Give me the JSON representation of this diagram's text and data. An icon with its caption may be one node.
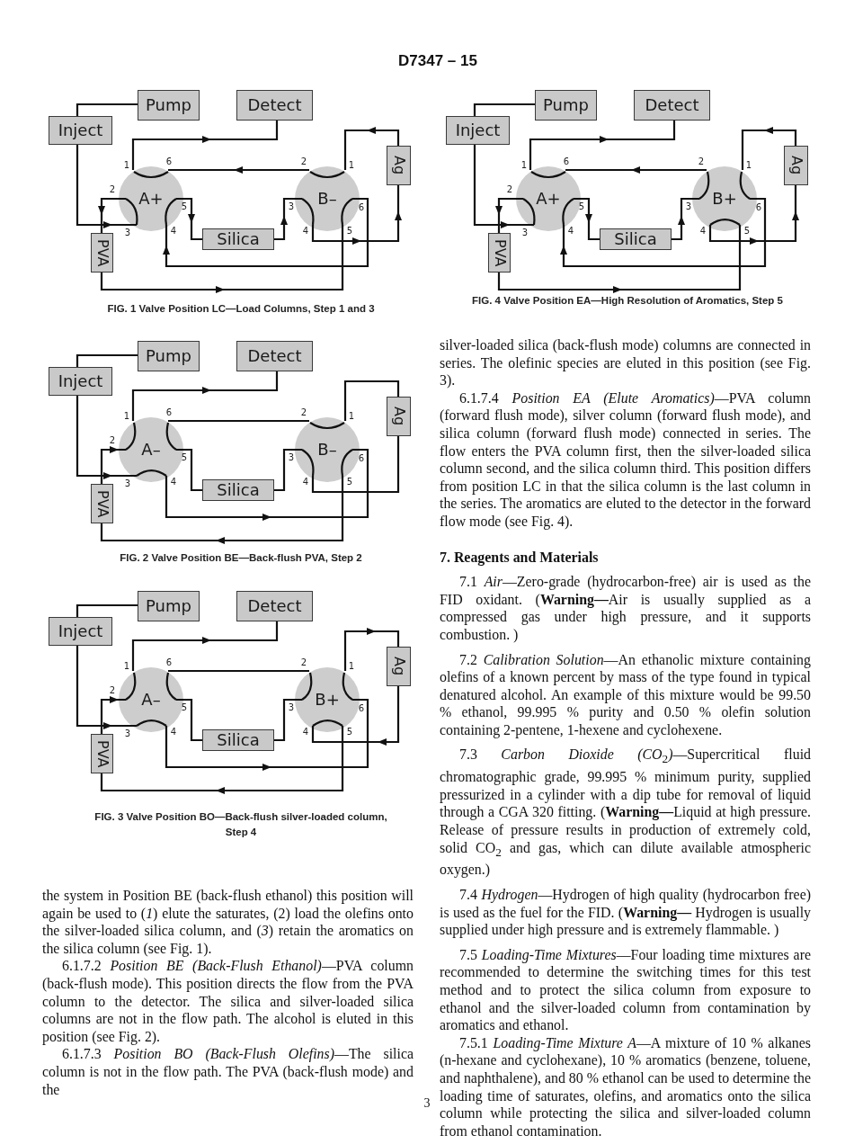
{
  "diagram": {
    "title": "D7347 – 15",
    "nodes": [
      {
        "text": [
          "Pump"
        ]
      },
      {
        "text": [
          "Detect"
        ]
      },
      {
        "text": [
          "Inject"
        ]
      },
      {
        "text": [
          "Ag"
        ]
      },
      {
        "text": [
          "A+"
        ]
      },
      {
        "text": [
          "B–"
        ]
      },
      {
        "text": [
          "Silica"
        ]
      },
      {
        "text": [
          "PVA"
        ]
      },
      {
        "text": [
          "Pump"
        ]
      },
      {
        "text": [
          "Detect"
        ]
      },
      {
        "text": [
          "Inject"
        ]
      },
      {
        "text": [
          "Ag"
        ]
      },
      {
        "text": [
          "A–"
        ]
      },
      {
        "text": [
          "B–"
        ]
      },
      {
        "text": [
          "Silica"
        ]
      },
      {
        "text": [
          "PVA"
        ]
      },
      {
        "text": [
          "Pump"
        ]
      },
      {
        "text": [
          "Detect"
        ]
      },
      {
        "text": [
          "Inject"
        ]
      },
      {
        "text": [
          "Ag"
        ]
      },
      {
        "text": [
          "A–"
        ]
      },
      {
        "text": [
          "B+"
        ]
      },
      {
        "text": [
          "Silica"
        ]
      },
      {
        "text": [
          "PVA"
        ]
      },
      {
        "text": [
          "Pump"
        ]
      },
      {
        "text": [
          "Detect"
        ]
      },
      {
        "text": [
          "Inject"
        ]
      },
      {
        "text": [
          "Ag"
        ]
      },
      {
        "text": [
          "A+"
        ]
      },
      {
        "text": [
          "B+"
        ]
      },
      {
        "text": [
          "Silica"
        ]
      },
      {
        "text": [
          "PVA"
        ]
      }
    ],
    "edges": [
      {
        "from": 0,
        "to": 2,
        "arrow": "none"
      },
      {
        "from": 2,
        "to": 4,
        "arrow": "to"
      },
      {
        "from": 4,
        "to": 1,
        "arrow": "to"
      },
      {
        "from": 5,
        "to": 4,
        "arrow": "to"
      },
      {
        "from": 4,
        "to": 7,
        "arrow": "to"
      },
      {
        "from": 4,
        "to": 6,
        "arrow": "to"
      },
      {
        "from": 6,
        "to": 5,
        "arrow": "to"
      },
      {
        "from": 5,
        "to": 3,
        "arrow": "to"
      },
      {
        "from": 3,
        "to": 5,
        "arrow": "to"
      },
      {
        "from": 5,
        "to": 4,
        "arrow": "to"
      },
      {
        "from": 7,
        "to": 5,
        "arrow": "to"
      },
      {
        "from": 8,
        "to": 10,
        "arrow": "none"
      },
      {
        "from": 10,
        "to": 12,
        "arrow": "to"
      },
      {
        "from": 12,
        "to": 9,
        "arrow": "to"
      },
      {
        "from": 12,
        "to": 13,
        "arrow": "none"
      },
      {
        "from": 15,
        "to": 12,
        "arrow": "to"
      },
      {
        "from": 12,
        "to": 14,
        "arrow": "none"
      },
      {
        "from": 14,
        "to": 13,
        "arrow": "none"
      },
      {
        "from": 13,
        "to": 11,
        "arrow": "none"
      },
      {
        "from": 11,
        "to": 13,
        "arrow": "none"
      },
      {
        "from": 12,
        "to": 13,
        "arrow": "to"
      },
      {
        "from": 13,
        "to": 15,
        "arrow": "to"
      },
      {
        "from": 16,
        "to": 18,
        "arrow": "none"
      },
      {
        "from": 18,
        "to": 20,
        "arrow": "to"
      },
      {
        "from": 20,
        "to": 17,
        "arrow": "to"
      },
      {
        "from": 20,
        "to": 21,
        "arrow": "none"
      },
      {
        "from": 23,
        "to": 20,
        "arrow": "to"
      },
      {
        "from": 20,
        "to": 22,
        "arrow": "none"
      },
      {
        "from": 22,
        "to": 21,
        "arrow": "none"
      },
      {
        "from": 19,
        "to": 21,
        "arrow": "to"
      },
      {
        "from": 21,
        "to": 19,
        "arrow": "to"
      },
      {
        "from": 20,
        "to": 21,
        "arrow": "to"
      },
      {
        "from": 21,
        "to": 23,
        "arrow": "to"
      },
      {
        "from": 24,
        "to": 26,
        "arrow": "none"
      },
      {
        "from": 26,
        "to": 28,
        "arrow": "to"
      },
      {
        "from": 28,
        "to": 25,
        "arrow": "to"
      },
      {
        "from": 29,
        "to": 28,
        "arrow": "to"
      },
      {
        "from": 28,
        "to": 31,
        "arrow": "to"
      },
      {
        "from": 28,
        "to": 30,
        "arrow": "to"
      },
      {
        "from": 30,
        "to": 29,
        "arrow": "to"
      },
      {
        "from": 29,
        "to": 27,
        "arrow": "to"
      },
      {
        "from": 27,
        "to": 29,
        "arrow": "to"
      },
      {
        "from": 29,
        "to": 28,
        "arrow": "to"
      },
      {
        "from": 31,
        "to": 29,
        "arrow": "to"
      }
    ],
    "labels": [
      "1",
      "2",
      "3",
      "4",
      "5",
      "6",
      "1",
      "2",
      "3",
      "4",
      "5",
      "6",
      "FIG. 1 Valve Position LC—Load Columns, Step 1 and 3",
      "1",
      "2",
      "3",
      "4",
      "5",
      "6",
      "1",
      "2",
      "3",
      "4",
      "5",
      "6",
      "FIG. 2 Valve Position BE—Back-flush PVA, Step 2",
      "1",
      "2",
      "3",
      "4",
      "5",
      "6",
      "1",
      "2",
      "3",
      "4",
      "5",
      "6",
      "FIG. 3 Valve Position BO—Back-flush silver-loaded column, Step 4",
      "1",
      "2",
      "3",
      "4",
      "5",
      "6",
      "1",
      "2",
      "3",
      "4",
      "5",
      "6",
      "FIG. 4 Valve Position EA—High Resolution of Aromatics, Step 5",
      "the system in Position BE (back-flush ethanol) this position will again be used to (*1*) elute the saturates, (2) load the olefins onto the silver-loaded silica column, and (*3*) retain the aromatics on the silica column (see Fig. 1).",
      "6.1.7.2 *Position BE (Back-Flush Ethanol)*—PVA column (back-flush mode). This position directs the flow from the PVA column to the detector. The silica and silver-loaded silica columns are not in the flow path. The alcohol is eluted in this position (see Fig. 2).",
      "6.1.7.3 *Position BO (Back-Flush Olefins)*—The silica column is not in the flow path. The PVA (back-flush mode) and the",
      "silver-loaded silica (back-flush mode) columns are connected in series. The olefinic species are eluted in this position (see Fig. 3).",
      "6.1.7.4 *Position EA (Elute Aromatics)*—PVA column (forward flush mode), silver column (forward flush mode), and silica column (forward flush mode) connected in series. The flow enters the PVA column first, then the silver-loaded silica column second, and the silica column third. This position differs from position LC in that the silica column is the last column in the series. The aromatics are eluted to the detector in the forward flow mode (see Fig. 4).",
      "7. Reagents and Materials",
      "7.1 *Air*—Zero-grade (hydrocarbon-free) air is used as the FID oxidant. (**Warning—**Air is usually supplied as a compressed gas under high pressure, and it supports combustion. )",
      "7.2 *Calibration Solution*—An ethanolic mixture containing olefins of a known percent by mass of the type found in typical denatured alcohol. An example of this mixture would be 99.50 % ethanol, 99.995 % purity and 0.50 % olefin solution containing 2-pentene, 1-hexene and cyclohexene.",
      "7.3 *Carbon Dioxide (CO*$_{2}$*)*—Supercritical fluid chromatographic grade, 99.995 % minimum purity, supplied pressurized in a cylinder with a dip tube for removal of liquid through a CGA 320 fitting. (**Warning—**Liquid at high pressure. Release of pressure results in production of extremely cold, solid CO$_{2}$ and gas, which can dilute available atmospheric oxygen.)",
      "7.4 *Hydrogen*—Hydrogen of high quality (hydrocarbon free) is used as the fuel for the FID. (**Warning—** Hydrogen is usually supplied under high pressure and is extremely flammable. )",
      "7.5 *Loading-Time Mixtures*—Four loading time mixtures are recommended to determine the switching times for this test method and to protect the silica column from exposure to ethanol and the silver-loaded column from contamination by aromatics and ethanol.",
      "7.5.1 *Loading-Time Mixture A*—A mixture of 10 % alkanes (n-hexane and cyclohexane), 10 % aromatics (benzene, toluene, and naphthalene), and 80 % ethanol can be used to determine the loading time of saturates, olefins, and aromatics onto the silica column while protecting the silica and silver-loaded column from ethanol contamination.",
      "3"
    ]
  }
}
